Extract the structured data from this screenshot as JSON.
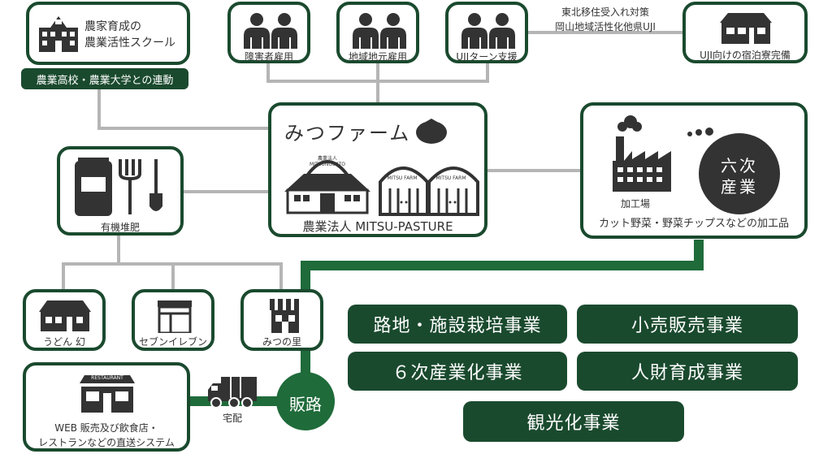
{
  "colors": {
    "dark_green": "#1a4a2e",
    "line_gray": "#b5b5b5",
    "bright_green": "#1f6b3a",
    "icon": "#333333"
  },
  "top": {
    "school": {
      "line1": "農家育成の",
      "line2": "農業活性スクール",
      "badge": "農業高校・農業大学との連動"
    },
    "disabled": "障害者雇用",
    "local": "地域地元雇用",
    "uturn": "UJIターン支援",
    "policy_line1": "東北移住受入れ対策",
    "policy_line2": "岡山地域活性化他県UJI",
    "dorm": "UJI向けの宿泊寮完備"
  },
  "center": {
    "title": "みつファーム",
    "building_label1": "農業法人",
    "building_label2": "MITSUNOSATO",
    "greenhouse_label": "MITSU FARM",
    "name": "農業法人 MITSU-PASTURE"
  },
  "compost": "有機堆肥",
  "sixth": {
    "factory": "加工場",
    "circle1": "六次",
    "circle2": "産業",
    "products": "カット野菜・野菜チップスなどの加工品"
  },
  "shops": {
    "udon": "うどん 幻",
    "seven": "セブンイレブン",
    "mitsunosato": "みつの里"
  },
  "web": {
    "restaurant_sign": "RESTAURANT",
    "line1": "WEB 販売及び飲食店・",
    "line2": "レストランなどの直送システム"
  },
  "delivery": "宅配",
  "sales": "販路",
  "businesses": [
    "路地・施設栽培事業",
    "小売販売事業",
    "６次産業化事業",
    "人財育成事業",
    "観光化事業"
  ]
}
